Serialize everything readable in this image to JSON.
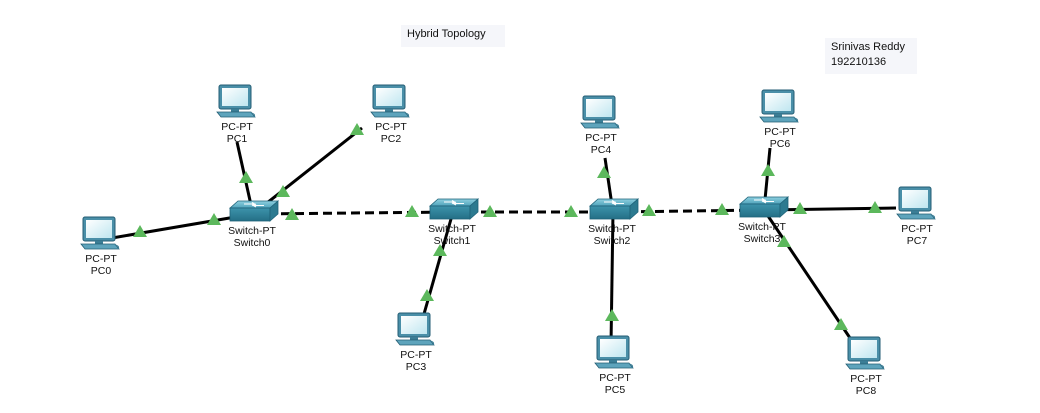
{
  "notes": {
    "title": "Hybrid Topology",
    "author_name": "Srinivas Reddy",
    "author_id": "192210136"
  },
  "devices": {
    "switch0": {
      "model": "Switch-PT",
      "name": "Switch0"
    },
    "switch1": {
      "model": "Switch-PT",
      "name": "Switch1"
    },
    "switch2": {
      "model": "Switch-PT",
      "name": "Switch2"
    },
    "switch3": {
      "model": "Switch-PT",
      "name": "Switch3"
    },
    "pc0": {
      "model": "PC-PT",
      "name": "PC0"
    },
    "pc1": {
      "model": "PC-PT",
      "name": "PC1"
    },
    "pc2": {
      "model": "PC-PT",
      "name": "PC2"
    },
    "pc3": {
      "model": "PC-PT",
      "name": "PC3"
    },
    "pc4": {
      "model": "PC-PT",
      "name": "PC4"
    },
    "pc5": {
      "model": "PC-PT",
      "name": "PC5"
    },
    "pc6": {
      "model": "PC-PT",
      "name": "PC6"
    },
    "pc7": {
      "model": "PC-PT",
      "name": "PC7"
    },
    "pc8": {
      "model": "PC-PT",
      "name": "PC8"
    }
  },
  "links": [
    {
      "from": "pc0",
      "to": "switch0",
      "type": "straight"
    },
    {
      "from": "pc1",
      "to": "switch0",
      "type": "straight"
    },
    {
      "from": "pc2",
      "to": "switch0",
      "type": "straight"
    },
    {
      "from": "switch0",
      "to": "switch1",
      "type": "crossover"
    },
    {
      "from": "pc3",
      "to": "switch1",
      "type": "straight"
    },
    {
      "from": "switch1",
      "to": "switch2",
      "type": "crossover"
    },
    {
      "from": "pc4",
      "to": "switch2",
      "type": "straight"
    },
    {
      "from": "pc5",
      "to": "switch2",
      "type": "straight"
    },
    {
      "from": "switch2",
      "to": "switch3",
      "type": "crossover"
    },
    {
      "from": "pc6",
      "to": "switch3",
      "type": "straight"
    },
    {
      "from": "pc7",
      "to": "switch3",
      "type": "straight"
    },
    {
      "from": "pc8",
      "to": "switch3",
      "type": "straight"
    }
  ],
  "colors": {
    "link_status": "#5cb85c",
    "switch_body": "#3a8fa6",
    "pc_body": "#4a8fa8",
    "cable": "#000000"
  },
  "icons": {
    "switch": "switch-icon",
    "pc": "pc-icon"
  }
}
